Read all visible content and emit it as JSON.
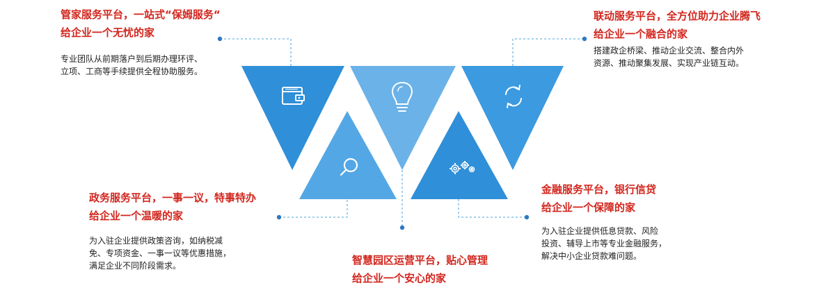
{
  "colors": {
    "triangle_dark": "#2f8fd8",
    "triangle_light": "#69b1e7",
    "triangle_mid": "#3e9ce0",
    "title_red": "#d2261e",
    "body_text": "#222222",
    "connector": "#4aa0de",
    "dot": "#2f78c4"
  },
  "platforms": [
    {
      "icon": "wallet-icon",
      "title_lines": [
        "管家服务平台，一站式“保姆服务“",
        "给企业一个无忧的家"
      ],
      "desc_lines": [
        "专业团队从前期落户到后期办理环评、",
        "立项、工商等手续提供全程协助服务。"
      ]
    },
    {
      "icon": "search-icon",
      "title_lines": [
        "政务服务平台，一事一议，特事特办",
        "给企业一个温暖的家"
      ],
      "desc_lines": [
        "为入驻企业提供政策咨询，如纳税减",
        "免、专项资金、一事一议等优惠措施，",
        "满足企业不同阶段需求。"
      ]
    },
    {
      "icon": "lightbulb-icon",
      "title_lines": [
        "智慧园区运营平台，贴心管理",
        "给企业一个安心的家"
      ],
      "desc_lines": []
    },
    {
      "icon": "gears-icon",
      "title_lines": [
        "金融服务平台，银行信贷",
        "给企业一个保障的家"
      ],
      "desc_lines": [
        "为入驻企业提供低息贷款、风险",
        "投资、辅导上市等专业金融服务，",
        "解决中小企业贷款难问题。"
      ]
    },
    {
      "icon": "refresh-icon",
      "title_lines": [
        "联动服务平台，全方位助力企业腾飞",
        "给企业一个融合的家"
      ],
      "desc_lines": [
        "搭建政企桥梁、推动企业交流、整合内外",
        "资源、推动聚集发展、实现产业链互动。"
      ]
    }
  ]
}
